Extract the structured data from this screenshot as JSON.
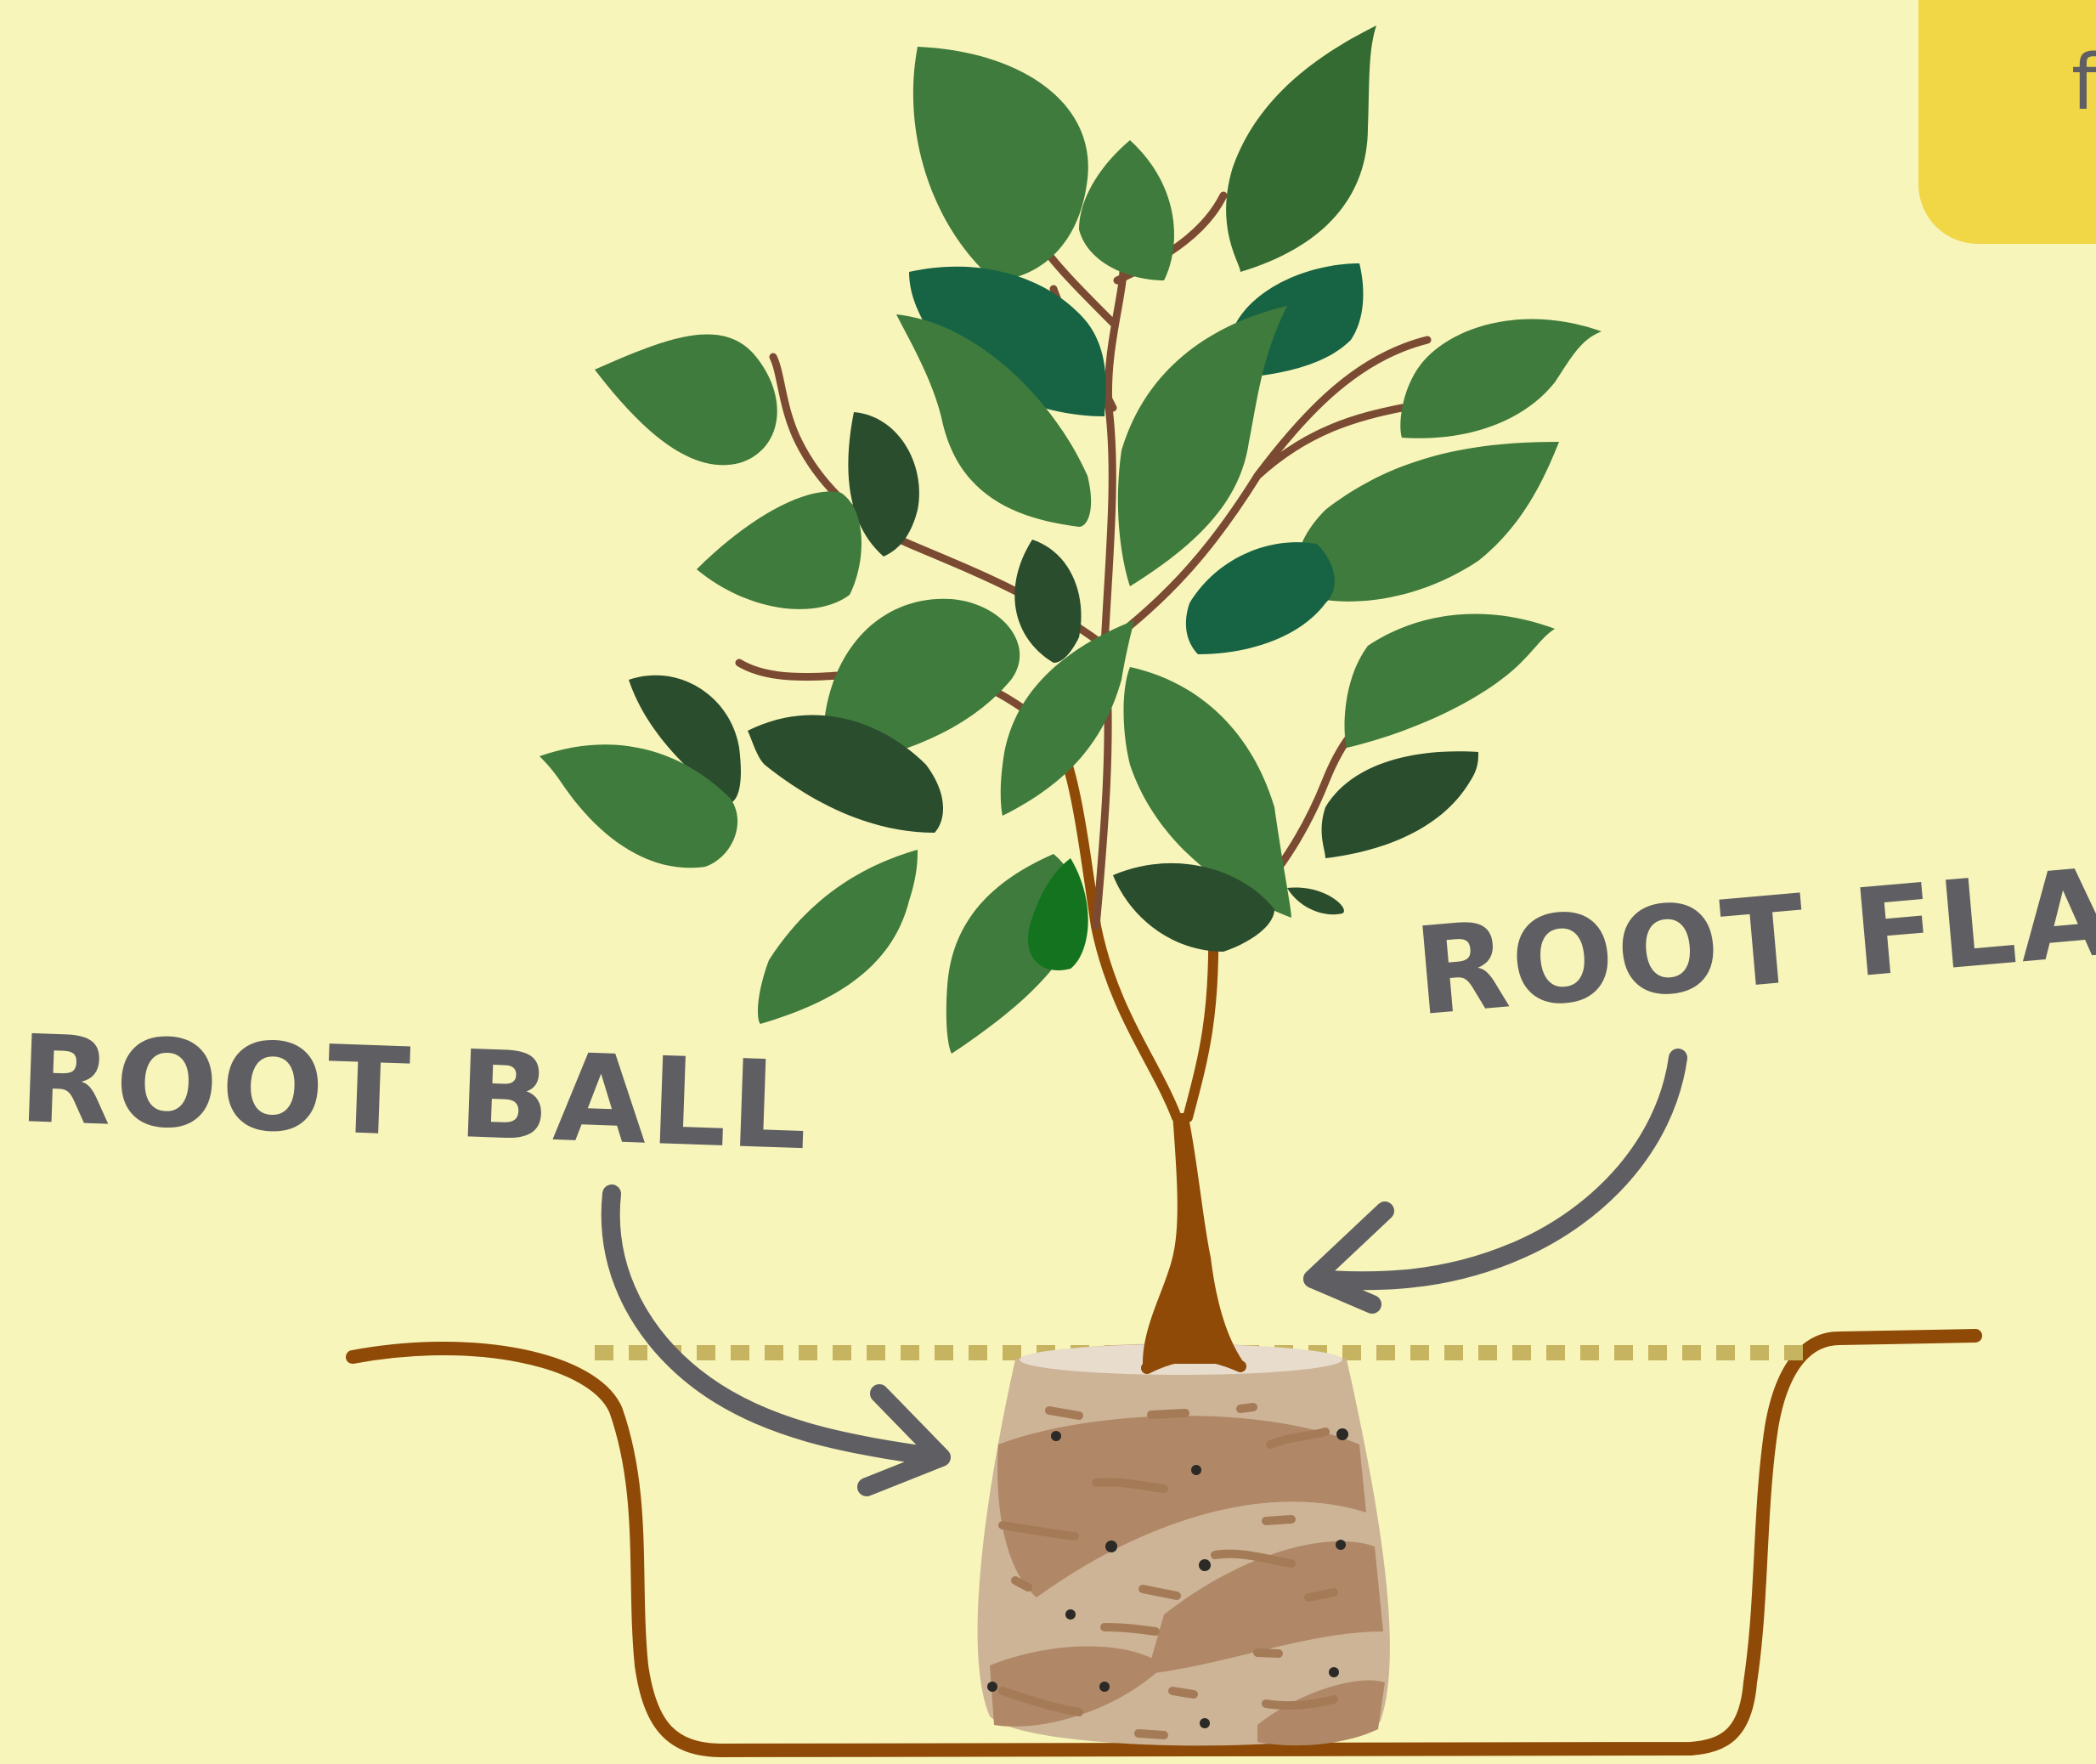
{
  "labels": {
    "root_ball": "ROOT BALL",
    "root_flare": "ROOT FLARE"
  },
  "corner_tab": {
    "text": "f"
  },
  "colors": {
    "background": "#f8f5ba",
    "label_text": "#5f5f63",
    "arrow": "#5f5f63",
    "hole_outline": "#8f4a07",
    "trunk": "#8f4a07",
    "branch": "#7b4a33",
    "grade_line": "#c7b461",
    "leaf_light": "#3f7b3c",
    "leaf_dark": "#2a4d2e",
    "leaf_teal": "#176445",
    "rootball_light": "#cdb497",
    "rootball_dark": "#b08867",
    "corner_tab": "#f1d646"
  },
  "icons": [
    "arrow-icon"
  ]
}
